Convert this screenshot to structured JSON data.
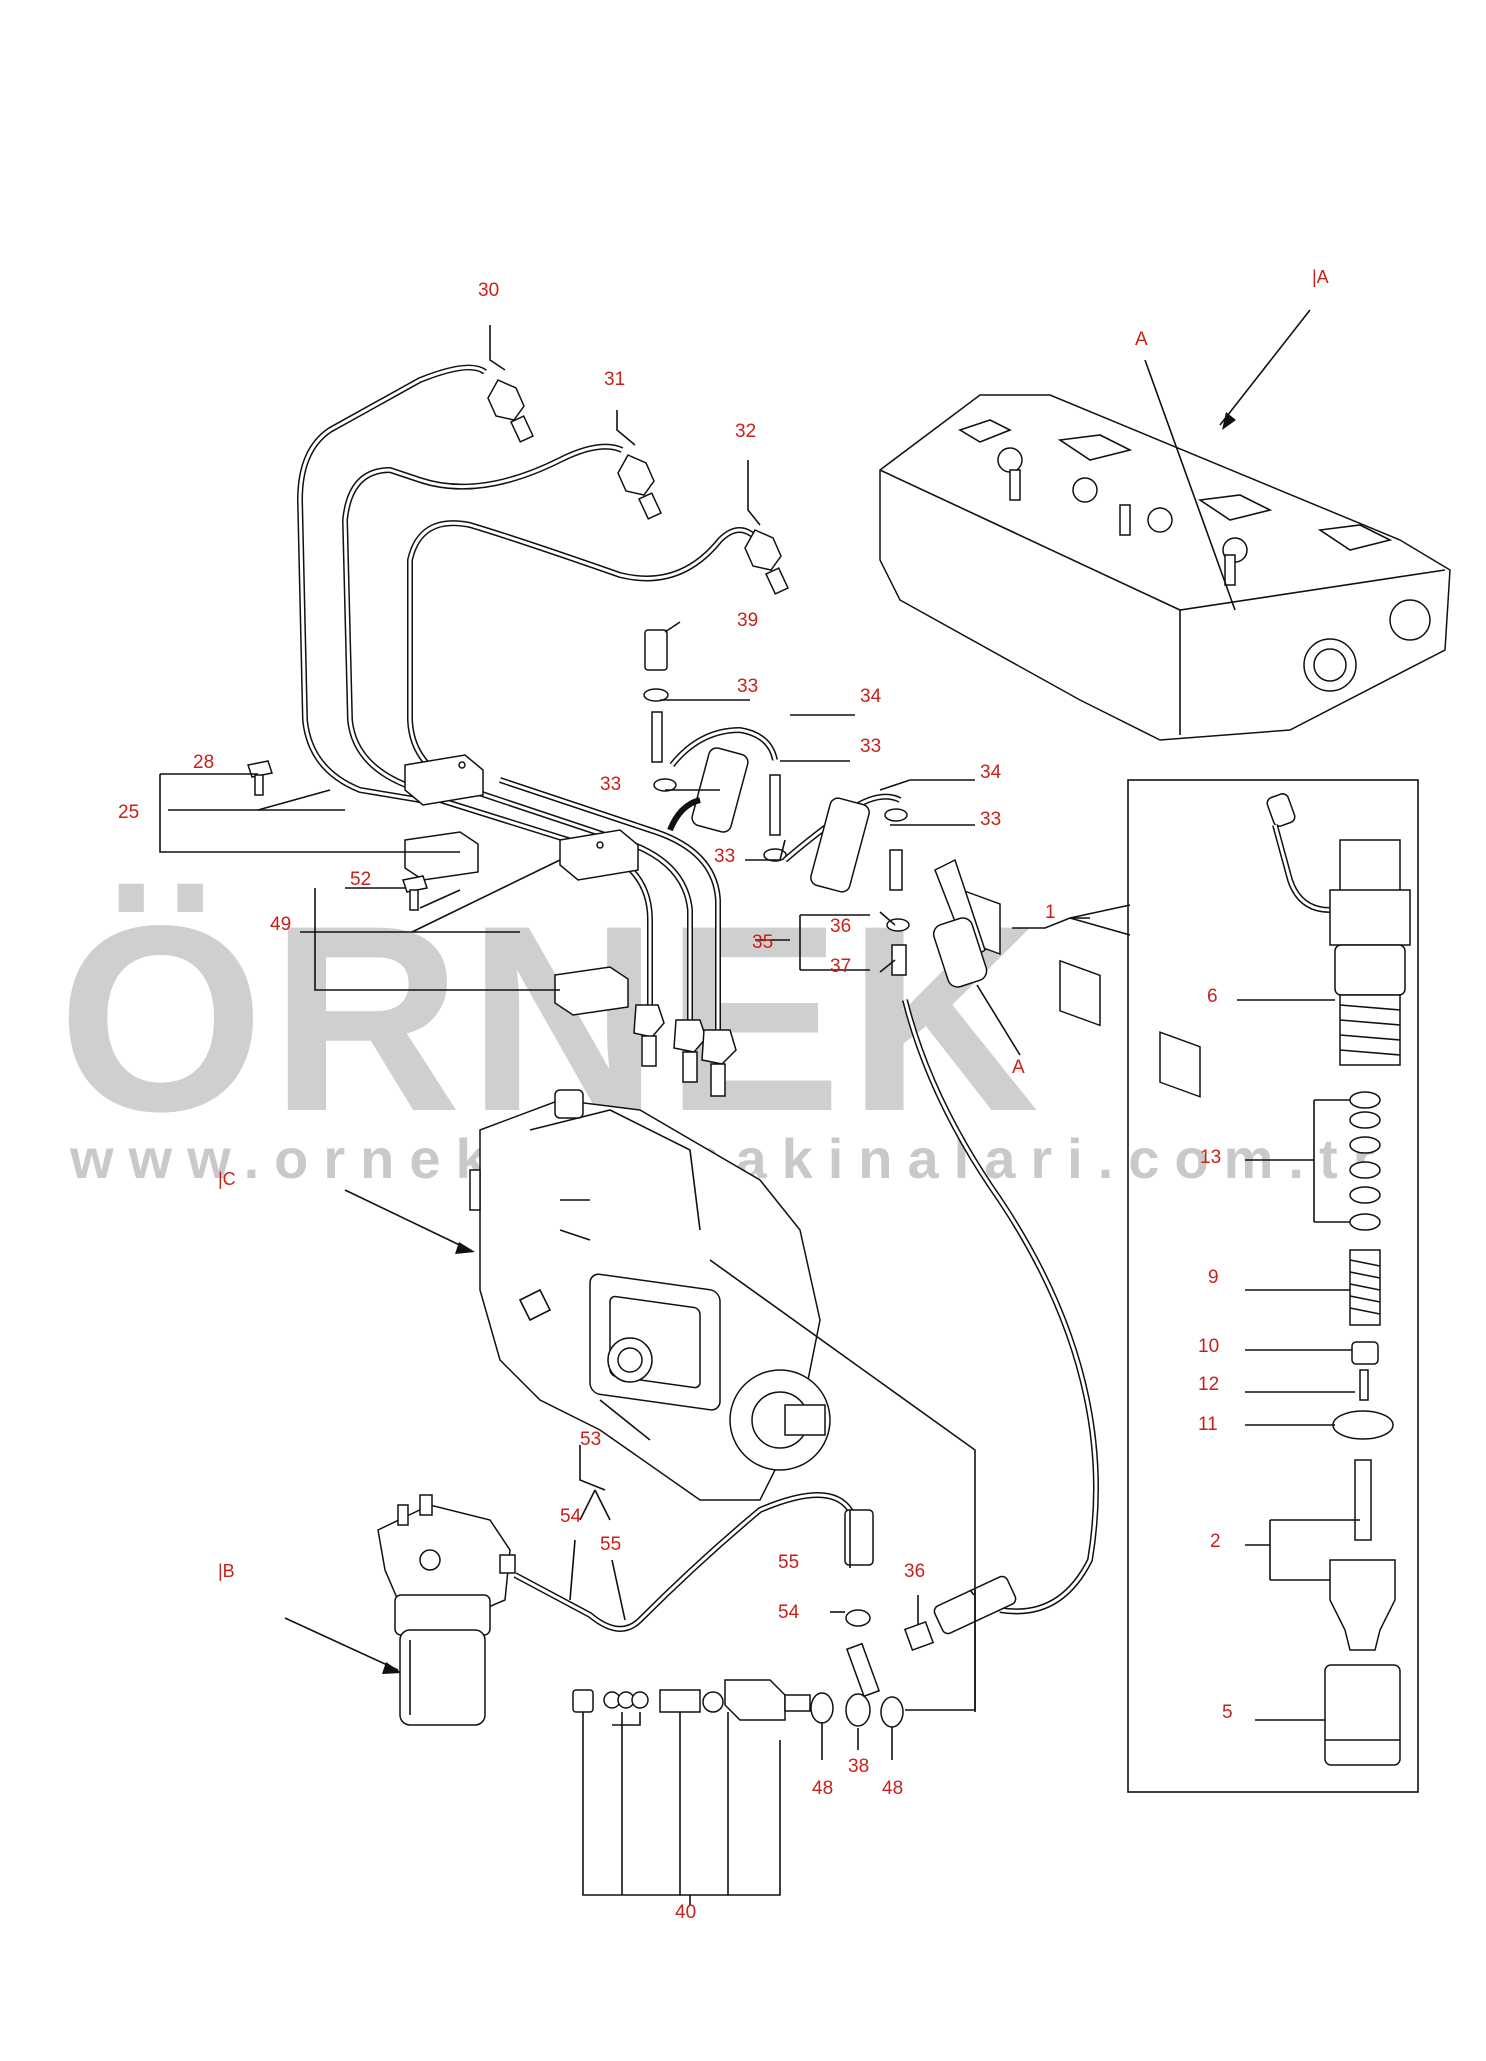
{
  "watermark": {
    "brand": "ÖRNEK",
    "url": "www.ornekiskemakinalari.com.tr",
    "accent_color": "#f5e6a8",
    "text_color": "#cfcfcf"
  },
  "sections": [
    "|A",
    "|B",
    "|C"
  ],
  "labels": {
    "p1": "1",
    "p2": "2",
    "p5": "5",
    "p6": "6",
    "p9": "9",
    "p10": "10",
    "p11": "11",
    "p12": "12",
    "p13": "13",
    "p25": "25",
    "p28": "28",
    "p30": "30",
    "p31": "31",
    "p32": "32",
    "p33a": "33",
    "p33b": "33",
    "p33c": "33",
    "p33d": "33",
    "p33e": "33",
    "p34a": "34",
    "p34b": "34",
    "p35": "35",
    "p36a": "36",
    "p36b": "36",
    "p37": "37",
    "p38": "38",
    "p39": "39",
    "p40": "40",
    "p48a": "48",
    "p48b": "48",
    "p49": "49",
    "p52": "52",
    "p53": "53",
    "p54a": "54",
    "p54b": "54",
    "p55a": "55",
    "p55b": "55",
    "markA_top": "A",
    "markA_bottom": "A"
  },
  "colors": {
    "label": "#c8201a",
    "line": "#111111",
    "frame": "#111111"
  }
}
